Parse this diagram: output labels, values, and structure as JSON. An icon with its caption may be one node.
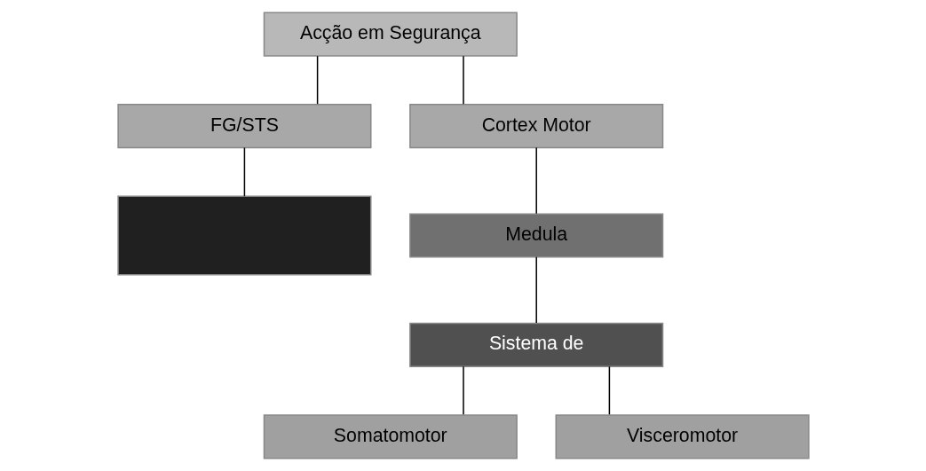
{
  "diagram": {
    "nodes": [
      {
        "text": [
          "Acção em Segurança"
        ]
      },
      {
        "text": [
          "FG/STS"
        ]
      },
      {
        "text": [
          "Cortex Motor"
        ]
      },
      {
        "text": [],
        "shape": "box"
      },
      {
        "text": [
          "Medula"
        ]
      },
      {
        "text": [
          "Sistema de"
        ]
      },
      {
        "text": [
          "Somatomotor"
        ]
      },
      {
        "text": [
          "Visceromotor"
        ]
      }
    ],
    "edges": [
      {
        "from": 0,
        "to": 1,
        "arrow": "none"
      },
      {
        "from": 0,
        "to": 2,
        "arrow": "none"
      },
      {
        "from": 1,
        "to": 3,
        "arrow": "none"
      },
      {
        "from": 2,
        "to": 4,
        "arrow": "none"
      },
      {
        "from": 4,
        "to": 5,
        "arrow": "none"
      },
      {
        "from": 5,
        "to": 6,
        "arrow": "none"
      },
      {
        "from": 5,
        "to": 7,
        "arrow": "none"
      }
    ]
  }
}
